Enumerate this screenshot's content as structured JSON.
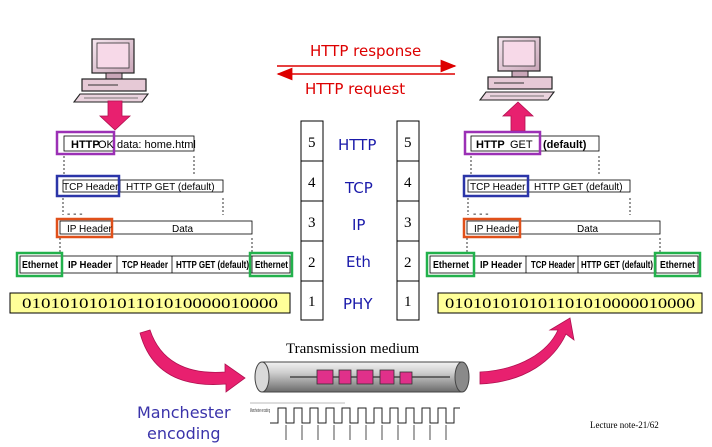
{
  "http_response_label": "HTTP response",
  "http_request_label": "HTTP request",
  "stack_numbers": [
    "5",
    "4",
    "3",
    "2",
    "1"
  ],
  "protocol_names": [
    "HTTP",
    "TCP",
    "IP",
    "Eth",
    "PHY"
  ],
  "left": {
    "app_http": "HTTP",
    "app_status": "OK",
    "app_data": "data: home.html",
    "tcp_header": "TCP Header",
    "tcp_payload": "HTTP  GET (default)",
    "ip_header": "IP Header",
    "ip_data": "Data",
    "frame": [
      "Ethernet",
      "IP Header",
      "TCP Header",
      "HTTP GET (default)",
      "Ethernet"
    ],
    "bits": "010101010101101010000010000"
  },
  "right": {
    "app_http": "HTTP",
    "app_method": "GET",
    "app_data": "(default)",
    "tcp_header": "TCP Header",
    "tcp_payload": "HTTP  GET (default)",
    "ip_header": "IP Header",
    "ip_data": "Data",
    "frame": [
      "Ethernet",
      "IP Header",
      "TCP Header",
      "HTTP GET (default)",
      "Ethernet"
    ],
    "bits": "010101010101101010000010000"
  },
  "transmission_medium_label": "Transmission medium",
  "manchester_label_line1": "Manchester",
  "manchester_label_line2": "encoding",
  "tiny_label": "Manchester\nencoding",
  "lecture_note": "Lecture note-21/62",
  "colors": {
    "arrow_pink": "#e8206f",
    "bits_fill": "#ffff99",
    "app_box": "#9b30b5",
    "tcp_box": "#2b35a8",
    "ip_box": "#e0501a",
    "eth_box": "#22b14c",
    "protocol_text": "#1a1aaa",
    "http_text": "#dd0000",
    "manchester_text": "#3a33aa",
    "medium_pink": "#e0308a"
  }
}
